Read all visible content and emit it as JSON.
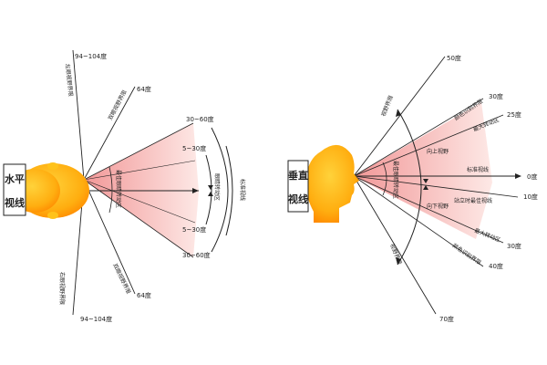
{
  "horizontal": {
    "title_line1": "水平",
    "title_line2": "视线",
    "left_field_limit_top": "左眼视野界限",
    "left_field_limit_bottom": "右眼视野界限",
    "range_94_104_top": "94~104度",
    "range_94_104_bottom": "94~104度",
    "color_limit_top": "双眼视野界限",
    "color_limit_bottom": "双眼视野界限",
    "deg64_top": "64度",
    "deg64_bottom": "64度",
    "deg30_60_top": "30~60度",
    "deg30_60_bottom": "30~60度",
    "deg5_30_top": "5~30度",
    "deg5_30_bottom": "5~30度",
    "best_eye_zone": "最佳眼睛转动区",
    "eye_rotation_zone": "眼睛转动区",
    "standard_line": "标准视线"
  },
  "vertical": {
    "title_line1": "垂直",
    "title_line2": "视线",
    "deg50": "50度",
    "deg30_top": "30度",
    "deg25": "25度",
    "deg0": "0度",
    "deg10": "10度",
    "deg30_bottom": "30度",
    "deg40": "40度",
    "deg70": "70度",
    "field_limit_top": "视野界限",
    "field_limit_bottom": "视野界限",
    "color_recog_top": "颜色识别界限",
    "color_recog_bottom": "颜色识别界限",
    "max_rot_top": "最大转动区",
    "max_rot_bottom": "最大转动区",
    "upward_view": "向上视野",
    "downward_view": "向下视野",
    "standard_line": "标准视线",
    "standing_best": "站立时最佳视线",
    "best_eye_zone": "最佳眼睛转动区"
  },
  "colors": {
    "head_light": "#ffc21a",
    "head_dark": "#ff8a00",
    "fan_strong": "#f4a0a0",
    "fan_light": "#fde0dd",
    "line": "#222222"
  }
}
